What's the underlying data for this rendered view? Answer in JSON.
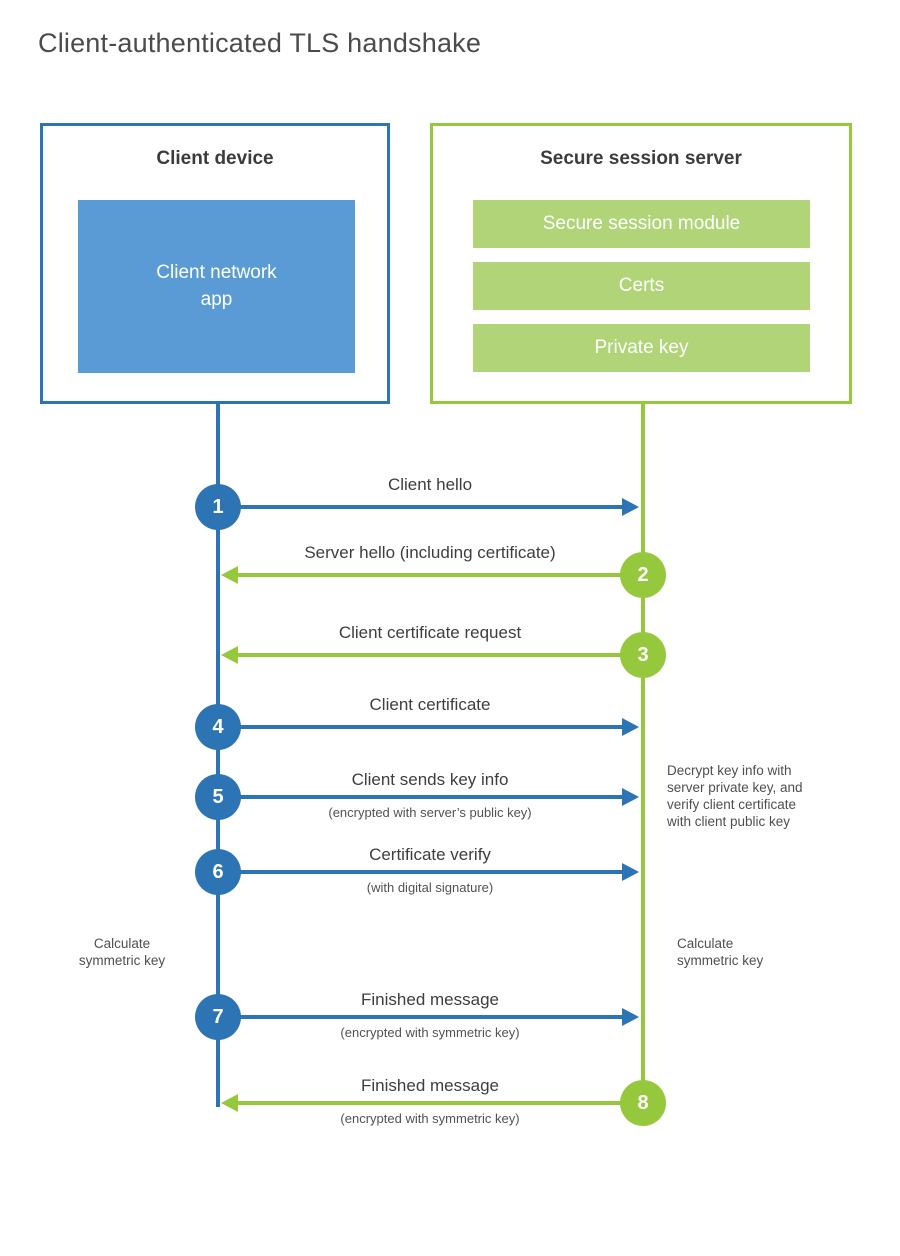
{
  "title": "Client-authenticated TLS handshake",
  "colors": {
    "blue": "#2d74b5",
    "blue_light": "#5b9bd5",
    "green": "#96c83d",
    "green_light": "#b1d478"
  },
  "client": {
    "title": "Client device",
    "app_label": "Client network\napp"
  },
  "server": {
    "title": "Secure session server",
    "modules": [
      "Secure session module",
      "Certs",
      "Private key"
    ]
  },
  "steps": [
    {
      "num": "1",
      "label": "Client hello",
      "sublabel": "",
      "direction": "client-to-server",
      "color": "blue"
    },
    {
      "num": "2",
      "label": "Server hello (including certificate)",
      "sublabel": "",
      "direction": "server-to-client",
      "color": "green"
    },
    {
      "num": "3",
      "label": "Client certificate request",
      "sublabel": "",
      "direction": "server-to-client",
      "color": "green"
    },
    {
      "num": "4",
      "label": "Client certificate",
      "sublabel": "",
      "direction": "client-to-server",
      "color": "blue"
    },
    {
      "num": "5",
      "label": "Client sends key info",
      "sublabel": "(encrypted with server’s public key)",
      "direction": "client-to-server",
      "color": "blue"
    },
    {
      "num": "6",
      "label": "Certificate verify",
      "sublabel": "(with digital signature)",
      "direction": "client-to-server",
      "color": "blue"
    },
    {
      "num": "7",
      "label": "Finished message",
      "sublabel": "(encrypted with symmetric key)",
      "direction": "client-to-server",
      "color": "blue"
    },
    {
      "num": "8",
      "label": "Finished message",
      "sublabel": "(encrypted with symmetric key)",
      "direction": "server-to-client",
      "color": "green"
    }
  ],
  "notes": {
    "decrypt": "Decrypt key info with\nserver private key, and\nverify client certificate\nwith client public key",
    "calc_left": "Calculate\nsymmetric key",
    "calc_right": "Calculate\nsymmetric key"
  }
}
